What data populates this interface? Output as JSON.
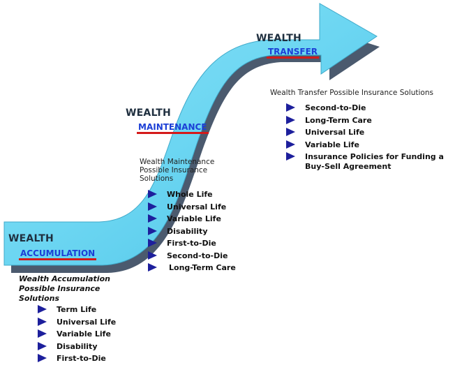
{
  "stages": {
    "accumulation": {
      "word": "WEALTH",
      "sub": "ACCUMULATION",
      "heading_lines": [
        "Wealth Accumulation",
        "Possible Insurance",
        "Solutions"
      ],
      "items": [
        "Term Life",
        "Universal Life",
        "Variable Life",
        "Disability",
        "First-to-Die"
      ]
    },
    "maintenance": {
      "word": "WEALTH",
      "sub": "MAINTENANCE",
      "heading_lines": [
        "Wealth Maintenance",
        "Possible Insurance",
        "Solutions"
      ],
      "items": [
        "Whole Life",
        "Universal Life",
        "Variable Life",
        "Disability",
        "First-to-Die",
        "Second-to-Die",
        "Long-Term Care"
      ]
    },
    "transfer": {
      "word": "WEALTH",
      "sub": "TRANSFER",
      "heading_lines": [
        "Wealth Transfer Possible Insurance Solutions"
      ],
      "items": [
        "Second-to-Die",
        "Long-Term Care",
        "Universal Life",
        "Variable Life",
        "Insurance Policies for Funding a Buy-Sell Agreement"
      ]
    }
  },
  "colors": {
    "arrow_fill": "#6cd6f2",
    "arrow_shadow": "#2b3d55",
    "title_word": "#1f2f3f",
    "subtitle": "#1c3fd6",
    "underline": "#d41a1a",
    "bullet": "#1d1f9c"
  },
  "icons": {
    "bullet": "blue-triangle-bullet-icon"
  }
}
